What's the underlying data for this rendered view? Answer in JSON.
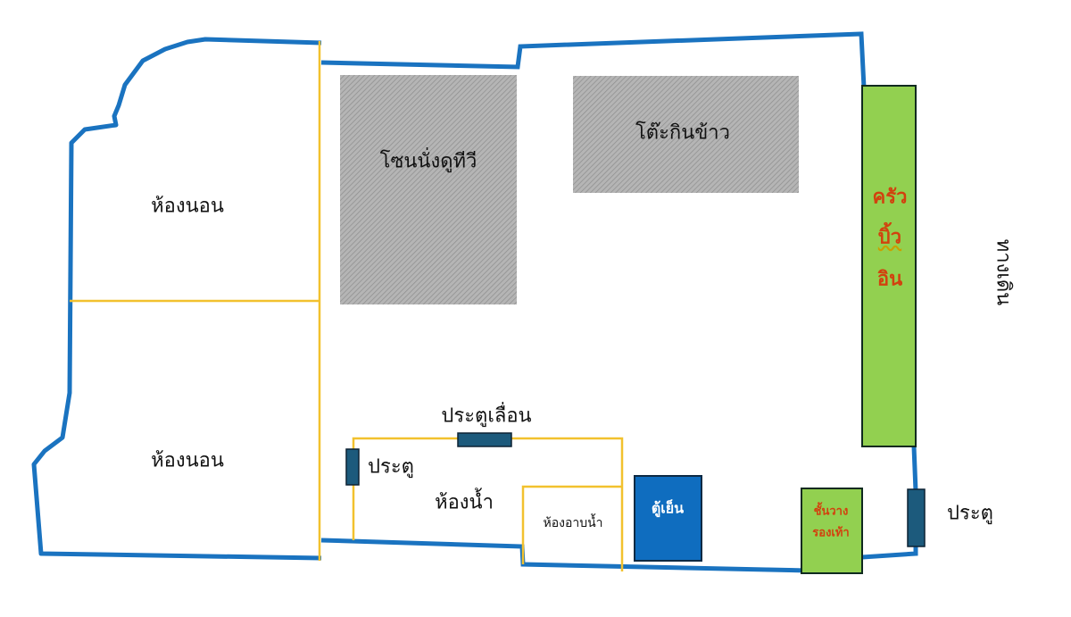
{
  "rooms": {
    "bedroom_top": "ห้องนอน",
    "bedroom_bottom": "ห้องนอน",
    "tv_zone": "โซนนั่งดูทีวี",
    "dining_table": "โต๊ะกินข้าว",
    "kitchen": [
      "ครัว",
      "บิ้ว",
      "อิน"
    ],
    "walkway": "ทางเดิน",
    "sliding_door": "ประตูเลื่อน",
    "bathroom_door": "ประตู",
    "bathroom": "ห้องน้ำ",
    "shower_room": "ห้องอาบน้ำ",
    "fridge": "ตู้เย็น",
    "shoe_shelf": [
      "ชั้นวาง",
      "รองเท้า"
    ],
    "entrance_door": "ประตู"
  },
  "colors": {
    "wall": "#1a73c0",
    "partition": "#f2c12e",
    "door": "#1c5a7c",
    "furniture_hatch": "#a6a6a6",
    "kitchen_fill": "#92d050",
    "fridge_fill": "#0f6dbf",
    "label_red": "#d2410e"
  }
}
